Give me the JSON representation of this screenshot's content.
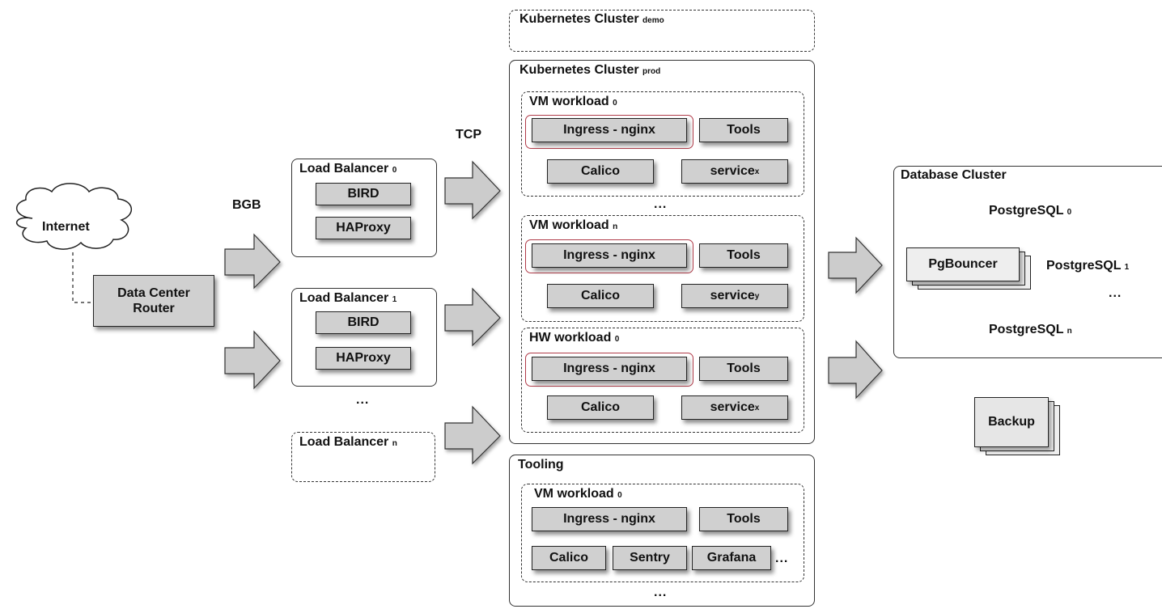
{
  "internet": "Internet",
  "router": {
    "line1": "Data Center",
    "line2": "Router"
  },
  "bgb_label": "BGB",
  "tcp_label": "TCP",
  "load_balancers": [
    {
      "name": "Load Balancer",
      "sub": "0",
      "components": [
        "BIRD",
        "HAProxy"
      ]
    },
    {
      "name": "Load Balancer",
      "sub": "1",
      "components": [
        "BIRD",
        "HAProxy"
      ]
    },
    {
      "name": "Load Balancer",
      "sub": "n"
    }
  ],
  "lb_ellipsis": "...",
  "k8s_demo": {
    "name": "Kubernetes Cluster",
    "sub": "demo"
  },
  "k8s_prod": {
    "name": "Kubernetes Cluster",
    "sub": "prod",
    "workloads": [
      {
        "name": "VM workload",
        "sub": "0",
        "ingress": "Ingress - nginx",
        "tools": "Tools",
        "calico": "Calico",
        "service": "service",
        "service_sub": "x"
      },
      {
        "name": "VM workload",
        "sub": "n",
        "ingress": "Ingress - nginx",
        "tools": "Tools",
        "calico": "Calico",
        "service": "service",
        "service_sub": "y"
      },
      {
        "name": "HW workload",
        "sub": "0",
        "ingress": "Ingress - nginx",
        "tools": "Tools",
        "calico": "Calico",
        "service": "service",
        "service_sub": "x"
      }
    ],
    "ellipsis": "..."
  },
  "tooling": {
    "name": "Tooling",
    "workload": {
      "name": "VM workload",
      "sub": "0",
      "ingress": "Ingress - nginx",
      "tools": "Tools",
      "calico": "Calico",
      "sentry": "Sentry",
      "grafana": "Grafana",
      "ellipsis": "..."
    },
    "ellipsis": "..."
  },
  "database": {
    "name": "Database Cluster",
    "pgbouncer": "PgBouncer",
    "postgres": [
      {
        "name": "PostgreSQL",
        "sub": "0"
      },
      {
        "name": "PostgreSQL",
        "sub": "1"
      },
      {
        "name": "PostgreSQL",
        "sub": "n"
      }
    ],
    "ellipsis": "..."
  },
  "backup": "Backup",
  "colors": {
    "component_fill": "#d0d0d0",
    "highlight": "#b03a48",
    "arrow_fill": "#cccccc",
    "db_fill": "#a8a8a8"
  }
}
